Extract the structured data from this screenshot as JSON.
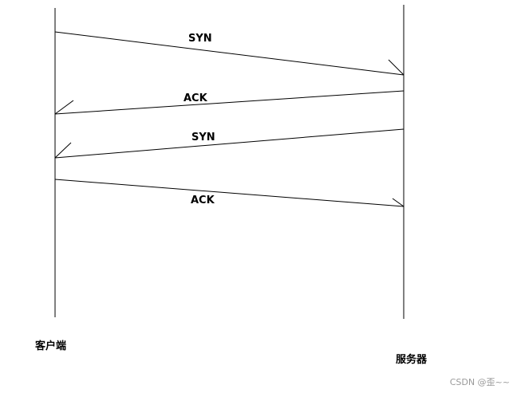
{
  "nodes": {
    "client": "客户端",
    "server": "服务器"
  },
  "messages": [
    {
      "label": "SYN",
      "from": "client",
      "to": "server"
    },
    {
      "label": "ACK",
      "from": "server",
      "to": "client"
    },
    {
      "label": "SYN",
      "from": "server",
      "to": "client"
    },
    {
      "label": "ACK",
      "from": "client",
      "to": "server"
    }
  ],
  "watermark": "CSDN @歪~~",
  "colors": {
    "line": "#000000",
    "background": "#ffffff",
    "watermark": "#9a9a9a"
  }
}
